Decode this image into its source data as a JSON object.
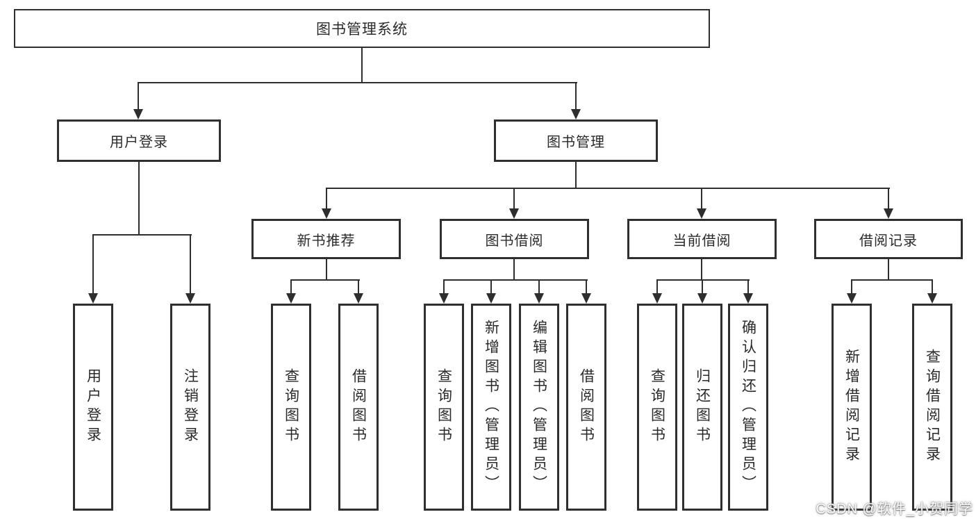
{
  "diagram": {
    "root_label": "图书管理系统",
    "branches": [
      {
        "label": "用户登录",
        "children": [
          "用户登录",
          "注销登录"
        ]
      },
      {
        "label": "图书管理",
        "groups": [
          {
            "label": "新书推荐",
            "children": [
              "查询图书",
              "借阅图书"
            ]
          },
          {
            "label": "图书借阅",
            "children": [
              "查询图书",
              "新增图书（管理员）",
              "编辑图书（管理员）",
              "借阅图书"
            ]
          },
          {
            "label": "当前借阅",
            "children": [
              "查询图书",
              "归还图书",
              "确认归还（管理员）"
            ]
          },
          {
            "label": "借阅记录",
            "children": [
              "新增借阅记录",
              "查询借阅记录"
            ]
          }
        ]
      }
    ]
  },
  "watermark": "CSDN @软件_小贺同学",
  "colors": {
    "line": "#2e2e2e",
    "box_border": "#2f2f2f",
    "box_fill": "#ffffff",
    "text": "#2a2a2a",
    "background": "#ffffff",
    "watermark_text": "#ffffff"
  }
}
